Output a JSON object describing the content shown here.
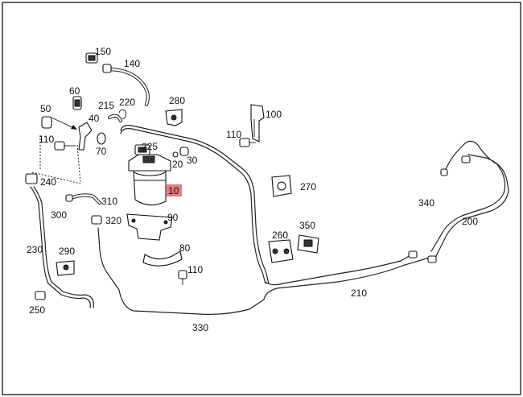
{
  "callouts": [
    {
      "id": "c150",
      "label": "150"
    },
    {
      "id": "c140",
      "label": "140"
    },
    {
      "id": "c60",
      "label": "60"
    },
    {
      "id": "c50",
      "label": "50"
    },
    {
      "id": "c40",
      "label": "40"
    },
    {
      "id": "c215",
      "label": "215"
    },
    {
      "id": "c220",
      "label": "220"
    },
    {
      "id": "c280",
      "label": "280"
    },
    {
      "id": "c100",
      "label": "100"
    },
    {
      "id": "c110a",
      "label": "110"
    },
    {
      "id": "c110b",
      "label": "110"
    },
    {
      "id": "c70",
      "label": "70"
    },
    {
      "id": "c225",
      "label": "225"
    },
    {
      "id": "c20",
      "label": "20"
    },
    {
      "id": "c30",
      "label": "30"
    },
    {
      "id": "c10",
      "label": "10",
      "highlighted": true
    },
    {
      "id": "c240",
      "label": "240"
    },
    {
      "id": "c310",
      "label": "310"
    },
    {
      "id": "c300",
      "label": "300"
    },
    {
      "id": "c320",
      "label": "320"
    },
    {
      "id": "c90",
      "label": "90"
    },
    {
      "id": "c270",
      "label": "270"
    },
    {
      "id": "c340",
      "label": "340"
    },
    {
      "id": "c200",
      "label": "200"
    },
    {
      "id": "c350",
      "label": "350"
    },
    {
      "id": "c260",
      "label": "260"
    },
    {
      "id": "c230",
      "label": "230"
    },
    {
      "id": "c290",
      "label": "290"
    },
    {
      "id": "c80",
      "label": "80"
    },
    {
      "id": "c110c",
      "label": "110"
    },
    {
      "id": "c210",
      "label": "210"
    },
    {
      "id": "c250",
      "label": "250"
    },
    {
      "id": "c330",
      "label": "330"
    }
  ],
  "colors": {
    "line": "#222222",
    "highlight": "#e8797b",
    "background": "#ffffff"
  }
}
